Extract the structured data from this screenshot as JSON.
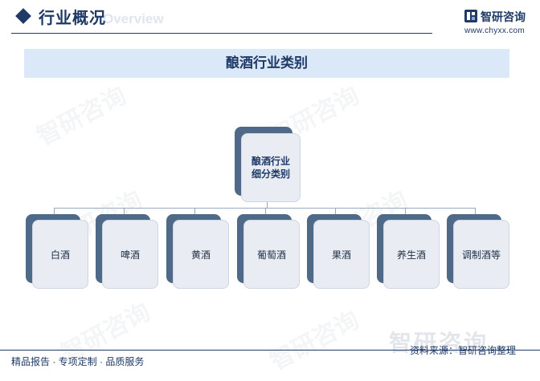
{
  "header": {
    "title": "行业概况",
    "subtitle_en": "Overview",
    "logo_name": "智研咨询",
    "logo_url": "www.chyxx.com"
  },
  "banner": {
    "title": "酿酒行业类别"
  },
  "tree": {
    "root": {
      "label": "酿酒行业细分类别"
    },
    "children": [
      {
        "label": "白酒"
      },
      {
        "label": "啤酒"
      },
      {
        "label": "黄酒"
      },
      {
        "label": "葡萄酒"
      },
      {
        "label": "果酒"
      },
      {
        "label": "养生酒"
      },
      {
        "label": "调制酒等"
      }
    ]
  },
  "footer": {
    "slogan": "精品报告 · 专项定制 · 品质服务",
    "source": "资料来源：智研咨询整理",
    "watermark": "智研咨询"
  },
  "colors": {
    "navy": "#1f3a66",
    "card_back": "#4e6a88",
    "card_front": "#e9edf3",
    "banner": "#dbe8f7"
  }
}
